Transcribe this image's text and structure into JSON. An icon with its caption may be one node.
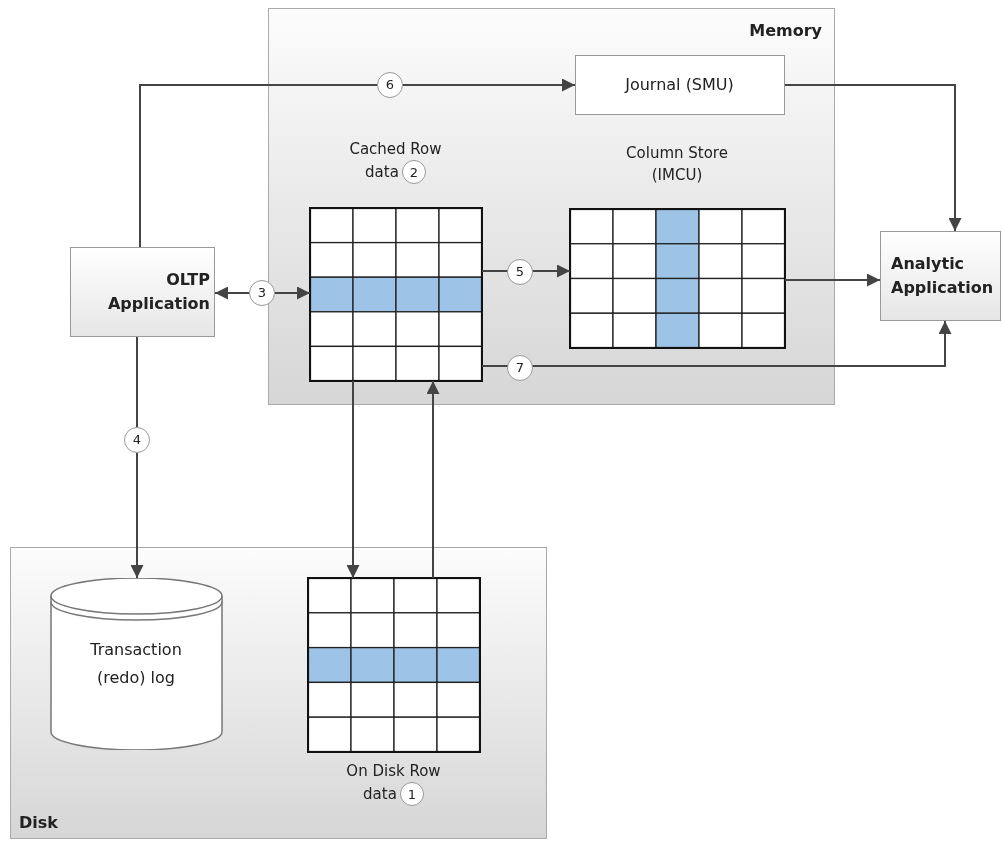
{
  "diagram": {
    "nodes": [
      {
        "text": [
          "Memory"
        ]
      },
      {
        "text": [
          "Journal (SMU)"
        ],
        "in": 0
      },
      {
        "text": [
          "Cached Row data"
        ],
        "beside": [
          "2"
        ],
        "in": 0
      },
      {
        "text": [
          "Column Store (IMCU)"
        ],
        "in": 0
      },
      {
        "text": [
          "OLTP Application"
        ]
      },
      {
        "text": [
          "Analytic Application"
        ]
      },
      {
        "text": [
          "Disk"
        ]
      },
      {
        "text": [
          "Transaction (redo) log"
        ],
        "in": 6
      },
      {
        "text": [
          "On Disk Row data"
        ],
        "beside": [
          "1"
        ],
        "in": 6
      }
    ],
    "edges": [
      {
        "from": 4,
        "to": 1,
        "arrow": "to",
        "label": "6"
      },
      {
        "from": 4,
        "to": 2,
        "arrow": "both",
        "label": "3"
      },
      {
        "from": 4,
        "to": 7,
        "arrow": "to",
        "label": "4"
      },
      {
        "from": 2,
        "to": 3,
        "arrow": "to",
        "label": "5"
      },
      {
        "from": 2,
        "to": 5,
        "arrow": "to",
        "label": "7"
      },
      {
        "from": 1,
        "to": 5,
        "arrow": "to"
      },
      {
        "from": 3,
        "to": 5,
        "arrow": "to"
      },
      {
        "from": 2,
        "to": 8,
        "arrow": "to"
      },
      {
        "from": 8,
        "to": 2,
        "arrow": "to"
      }
    ]
  }
}
